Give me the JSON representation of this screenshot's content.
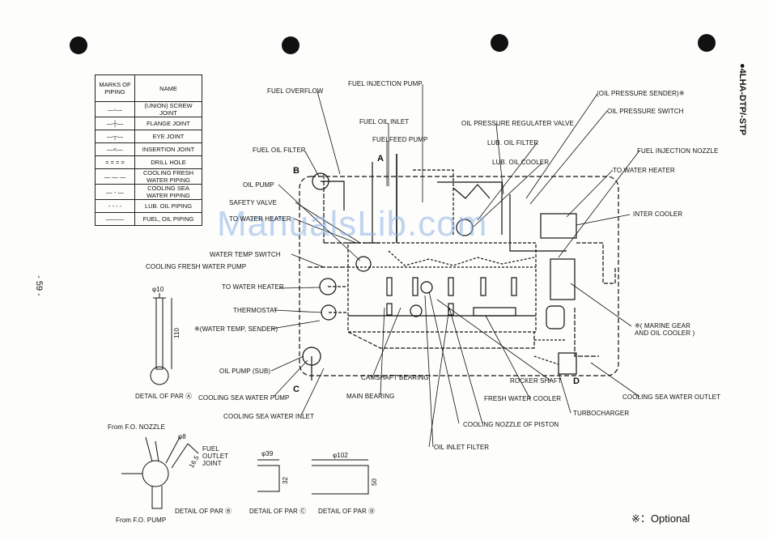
{
  "side_title": "●4LHA-DTP/-STP",
  "page_number": "- 59 -",
  "watermark": "ManualsLib.com",
  "legend": {
    "header_marks": "MARKS OF PIPING",
    "header_name": "NAME",
    "rows": [
      "(UNION) SCREW JOINT",
      "FLANGE JOINT",
      "EYE JOINT",
      "INSERTION JOINT",
      "DRILL HOLE",
      "COOLING FRESH WATER PIPING",
      "COOLING SEA WATER PIPING",
      "LUB. OIL PIPING",
      "FUEL, OIL PIPING"
    ]
  },
  "labels": {
    "fuel_overflow": "FUEL OVERFLOW",
    "fuel_injection_pump": "FUEL INJECTION PUMP",
    "fuel_oil_inlet": "FUEL OIL INLET",
    "fuelfeed_pump": "FUELFEED PUMP",
    "fuel_oil_filter": "FUEL OIL FILTER",
    "oil_pump": "OIL PUMP",
    "safety_valve": "SAFETY VALVE",
    "to_water_heater_left": "TO WATER HEATER",
    "water_temp_switch": "WATER TEMP SWITCH",
    "cooling_fresh_water_pump": "COOLING FRESH WATER PUMP",
    "to_water_heater_2": "TO WATER HEATER",
    "thermostat": "THERMOSTAT",
    "water_temp_sender": "※(WATER TEMP, SENDER)",
    "oil_pump_sub": "OIL PUMP (SUB)",
    "cooling_sea_water_pump": "COOLING SEA WATER PUMP",
    "cooling_sea_water_inlet": "COOLING SEA WATER INLET",
    "camshaft_bearing": "CAMSHAFT BEARING",
    "main_bearing": "MAIN BEARING",
    "oil_pressure_sender": "(OIL PRESSURE SENDER)※",
    "oil_pressure_switch": "OIL PRESSURE SWITCH",
    "oil_pressure_regulater_valve": "OIL PRESSURE REGULATER VALVE",
    "lub_oil_filter": "LUB. OIL FILTER",
    "lub_oil_cooler": "LUB. OIL COOLER",
    "fuel_injection_nozzle": "FUEL INJECTION NOZZLE",
    "to_water_heater_right": "TO WATER HEATER",
    "inter_cooler": "INTER COOLER",
    "marine_gear_oil_cooler": "※( MARINE GEAR AND OIL COOLER )",
    "rocker_shaft": "ROCKER SHAFT",
    "fresh_water_cooler": "FRESH WATER COOLER",
    "cooling_sea_water_outlet": "COOLING SEA WATER OUTLET",
    "turbocharger": "TURBOCHARGER",
    "cooling_nozzle_of_piston": "COOLING NOZZLE OF PISTON",
    "oil_inlet_filter": "OIL INLET FILTER",
    "mark_a": "A",
    "mark_b": "B",
    "mark_c": "C",
    "mark_d": "D"
  },
  "details": {
    "detail_a": "DETAIL OF PAR Ⓐ",
    "detail_a_dia": "φ10",
    "detail_a_len": "110",
    "detail_b": "DETAIL OF PAR Ⓑ",
    "from_fo_nozzle": "From F.O. NOZZLE",
    "from_fo_pump": "From F.O. PUMP",
    "fuel_outlet_joint": "FUEL OUTLET JOINT",
    "detail_b_dia": "φ8",
    "detail_b_len": "16.5",
    "detail_c": "DETAIL OF PAR Ⓒ",
    "detail_c_dia": "φ39",
    "detail_c_len": "32",
    "detail_d": "DETAIL OF PAR Ⓓ",
    "detail_d_dia": "φ102",
    "detail_d_len": "50"
  },
  "optional_note": "※：Optional"
}
